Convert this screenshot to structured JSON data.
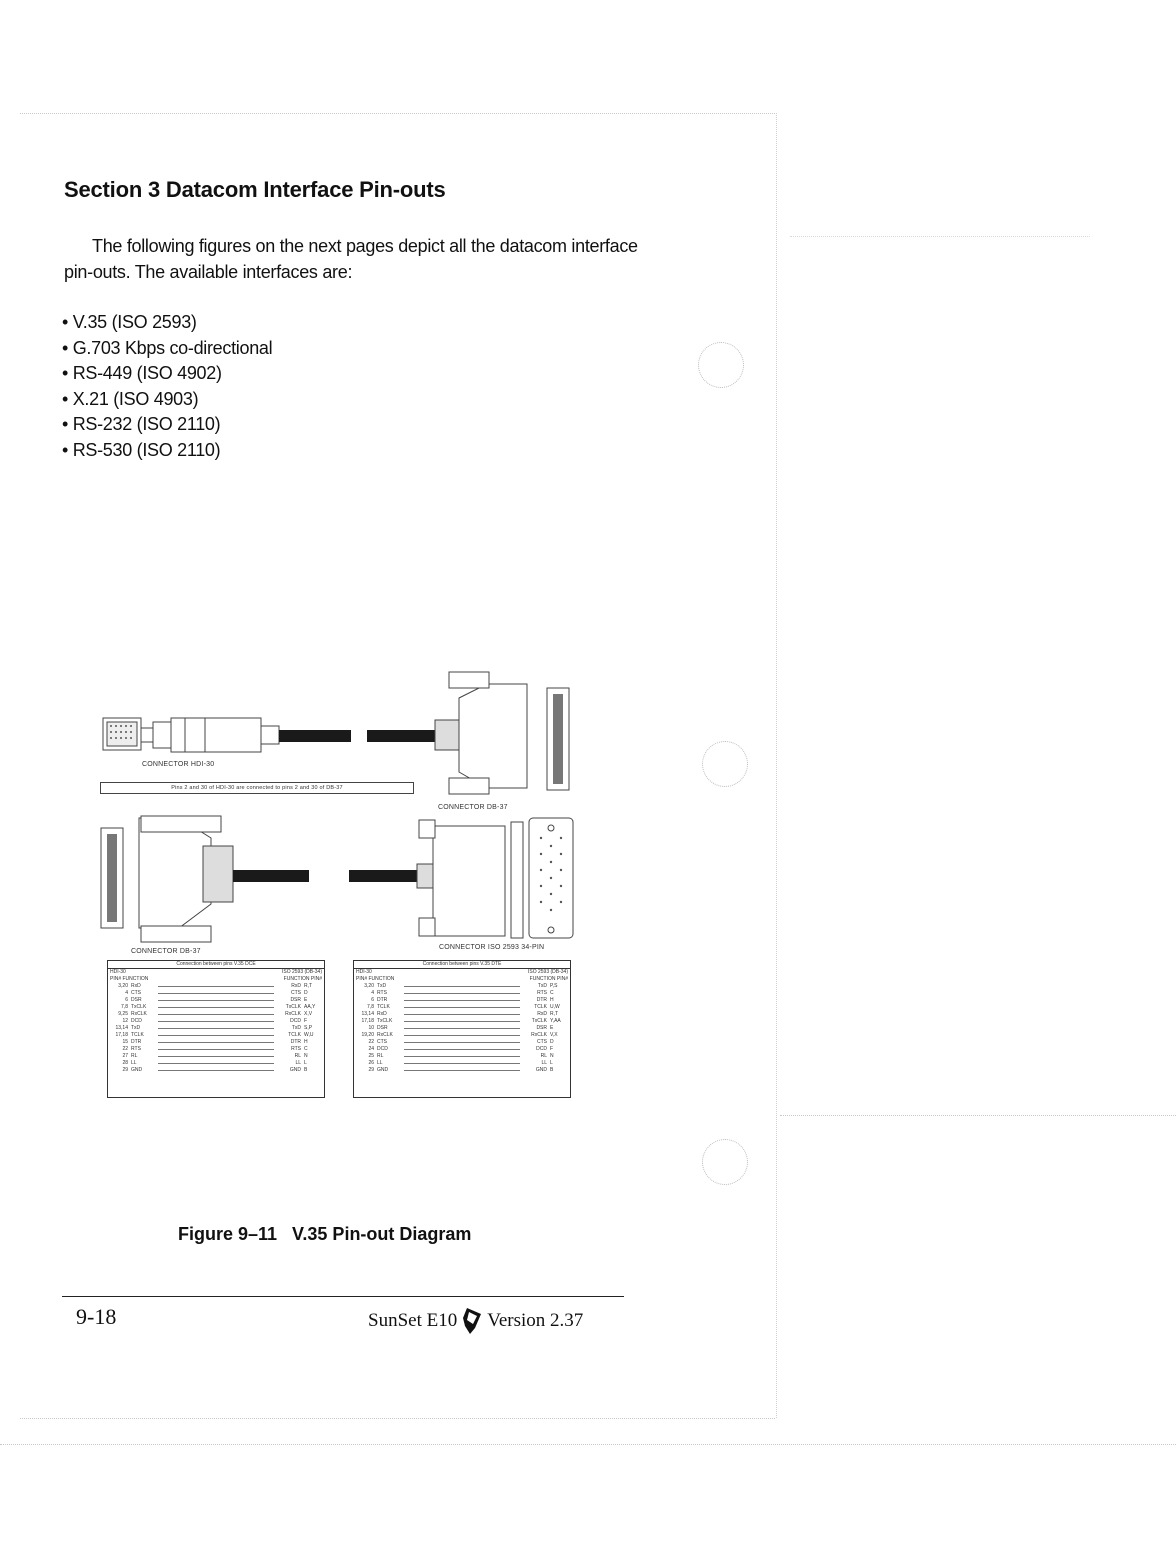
{
  "section_heading": "Section 3 Datacom Interface Pin-outs",
  "intro": "The following figures on the next pages depict all the datacom interface pin-outs. The available interfaces are:",
  "interfaces": [
    "• V.35 (ISO 2593)",
    "• G.703 Kbps co-directional",
    "• RS-449 (ISO 4902)",
    "• X.21 (ISO 4903)",
    "• RS-232 (ISO 2110)",
    "• RS-530 (ISO 2110)"
  ],
  "figure": {
    "label_hdi30": "CONNECTOR HDI-30",
    "note": "Pins 2 and 30 of HDI-30 are connected to pins 2 and 30 of DB-37",
    "label_db37_top": "CONNECTOR DB-37",
    "label_db37_bottom": "CONNECTOR DB-37",
    "label_iso2593": "CONNECTOR ISO 2593 34-PIN",
    "table_dce": {
      "title": "Connection between pins V.35 DCE",
      "left_header": "HDI-30",
      "right_header": "ISO 2593 (DB-34)",
      "col_left": "PIN# FUNCTION",
      "col_right": "FUNCTION PIN#",
      "rows": [
        [
          "3,20",
          "RxD",
          "RxD",
          "R,T"
        ],
        [
          "4",
          "CTS",
          "CTS",
          "D"
        ],
        [
          "6",
          "DSR",
          "DSR",
          "E"
        ],
        [
          "7,8",
          "TxCLK",
          "TxCLK",
          "AA,Y"
        ],
        [
          "9,25",
          "RxCLK",
          "RxCLK",
          "X,V"
        ],
        [
          "12",
          "DCD",
          "DCD",
          "F"
        ],
        [
          "13,14",
          "TxD",
          "TxD",
          "S,P"
        ],
        [
          "17,18",
          "TCLK",
          "TCLK",
          "W,U"
        ],
        [
          "15",
          "DTR",
          "DTR",
          "H"
        ],
        [
          "22",
          "RTS",
          "RTS",
          "C"
        ],
        [
          "27",
          "RL",
          "RL",
          "N"
        ],
        [
          "28",
          "LL",
          "LL",
          "L"
        ],
        [
          "29",
          "GND",
          "GND",
          "B"
        ]
      ]
    },
    "table_dte": {
      "title": "Connection between pins V.35 DTE",
      "left_header": "HDI-30",
      "right_header": "ISO 2593 (DB-34)",
      "col_left": "PIN# FUNCTION",
      "col_right": "FUNCTION PIN#",
      "rows": [
        [
          "3,20",
          "TxD",
          "TxD",
          "P,S"
        ],
        [
          "4",
          "RTS",
          "RTS",
          "C"
        ],
        [
          "6",
          "DTR",
          "DTR",
          "H"
        ],
        [
          "7,8",
          "TCLK",
          "TCLK",
          "U,W"
        ],
        [
          "13,14",
          "RxD",
          "RxD",
          "R,T"
        ],
        [
          "17,18",
          "TxCLK",
          "TxCLK",
          "Y,AA"
        ],
        [
          "10",
          "DSR",
          "DSR",
          "E"
        ],
        [
          "19,20",
          "RxCLK",
          "RxCLK",
          "V,X"
        ],
        [
          "22",
          "CTS",
          "CTS",
          "D"
        ],
        [
          "24",
          "DCD",
          "DCD",
          "F"
        ],
        [
          "25",
          "RL",
          "RL",
          "N"
        ],
        [
          "26",
          "LL",
          "LL",
          "L"
        ],
        [
          "29",
          "GND",
          "GND",
          "B"
        ]
      ]
    }
  },
  "caption": "Figure 9–11   V.35 Pin-out Diagram",
  "footer": {
    "page_number": "9-18",
    "product": "SunSet E10",
    "version": "Version 2.37"
  }
}
